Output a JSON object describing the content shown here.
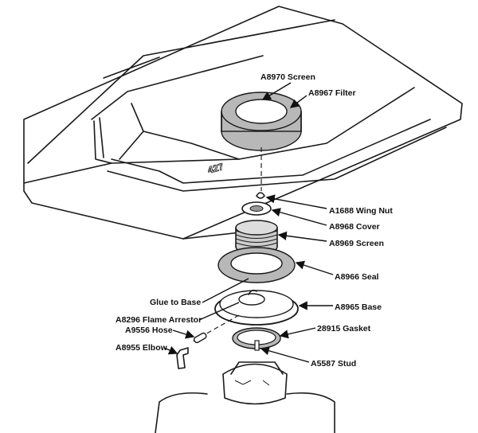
{
  "diagram": {
    "hood_marking": "427",
    "labels": {
      "screen_top": "A8970 Screen",
      "filter": "A8967 Filter",
      "wing_nut": "A1688 Wing Nut",
      "cover": "A8968 Cover",
      "screen": "A8969 Screen",
      "seal": "A8966 Seal",
      "glue": "Glue to Base",
      "base": "A8965 Base",
      "flame_arrestor": "A8296 Flame Arrestor",
      "hose": "A9556 Hose",
      "gasket": "28915 Gasket",
      "elbow": "A8955 Elbow",
      "stud": "A5587 Stud"
    }
  }
}
